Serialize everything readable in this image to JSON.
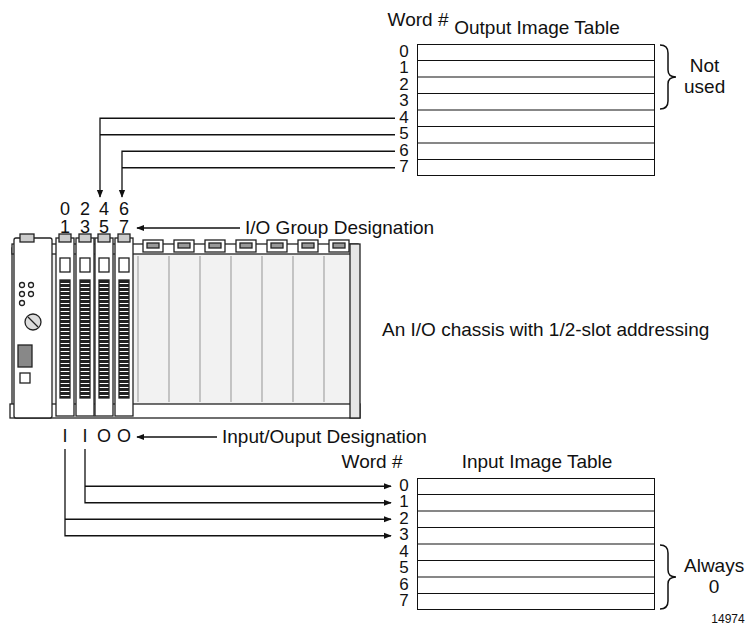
{
  "diagram": {
    "nodes": [
      {
        "text": [
          "Output Image Table"
        ]
      },
      {
        "text": [
          "Input Image Table"
        ]
      }
    ],
    "labels": [
      "Word #",
      "0",
      "1",
      "2",
      "3",
      "4",
      "5",
      "6",
      "7",
      "Not used",
      "0",
      "2",
      "4",
      "6",
      "1",
      "3",
      "5",
      "7",
      "I/O Group Designation",
      "An I/O chassis with 1/2-slot addressing",
      "I",
      "I",
      "O",
      "O",
      "Input/Ouput Designation",
      "Word #",
      "0",
      "1",
      "2",
      "3",
      "4",
      "5",
      "6",
      "7",
      "Always 0",
      "14974"
    ]
  }
}
